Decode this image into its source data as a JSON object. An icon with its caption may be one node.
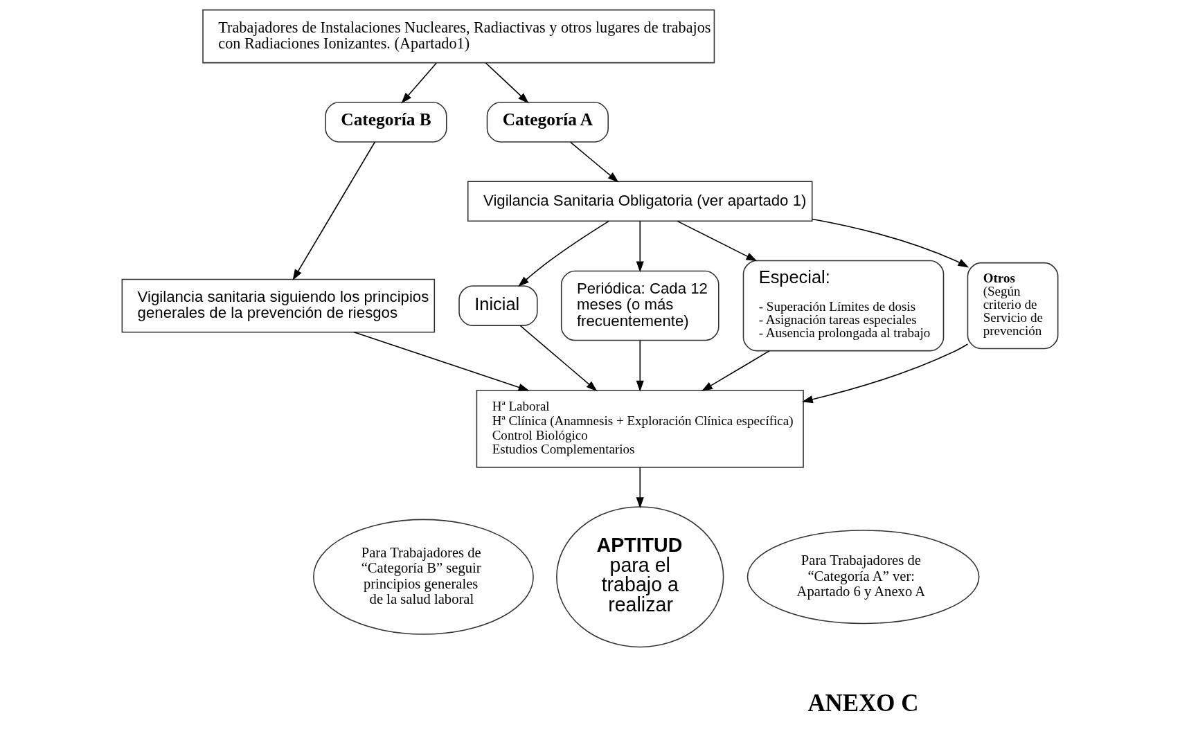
{
  "diagram": {
    "nodes": [
      {
        "text": [
          "Trabajadores de Instalaciones Nucleares, Radiactivas y otros lugares de trabajos con Radiaciones Ionizantes. (Apartado1)"
        ]
      },
      {
        "text": [
          "Categoría B"
        ]
      },
      {
        "text": [
          "Categoría A"
        ]
      },
      {
        "text": [
          "Vigilancia sanitaria siguiendo los principios generales de la prevención de riesgos"
        ]
      },
      {
        "text": [
          "Vigilancia Sanitaria Obligatoria (ver apartado 1)"
        ]
      },
      {
        "text": [
          "Inicial"
        ]
      },
      {
        "text": [
          "Periódica: Cada 12 meses (o más frecuentemente)"
        ]
      },
      {
        "text": [
          "Especial:",
          "- Superación Límites de dosis",
          "- Asignación tareas especiales",
          "- Ausencia prolongada al trabajo"
        ]
      },
      {
        "text": [
          "Otros",
          "(Según criterio de Servicio de prevención"
        ]
      },
      {
        "text": [
          "Hª Laboral",
          "Hª Clínica (Anamnesis + Exploración Clínica específica)",
          "Control Biológico",
          "Estudios Complementarios"
        ]
      },
      {
        "text": [
          "Para Trabajadores de “Categoría B” seguir principios generales de la salud laboral"
        ]
      },
      {
        "text": [
          "**APTITUD** para el trabajo a realizar"
        ]
      },
      {
        "text": [
          "Para Trabajadores de “Categoría A” ver: Apartado 6 y Anexo A"
        ]
      }
    ],
    "edges": [
      {
        "from": 0,
        "to": 1,
        "arrow": "to"
      },
      {
        "from": 0,
        "to": 2,
        "arrow": "to"
      },
      {
        "from": 1,
        "to": 3,
        "arrow": "to"
      },
      {
        "from": 2,
        "to": 4,
        "arrow": "to"
      },
      {
        "from": 4,
        "to": 5,
        "arrow": "to"
      },
      {
        "from": 4,
        "to": 6,
        "arrow": "to"
      },
      {
        "from": 4,
        "to": 7,
        "arrow": "to"
      },
      {
        "from": 4,
        "to": 8,
        "arrow": "to"
      },
      {
        "from": 3,
        "to": 9,
        "arrow": "to"
      },
      {
        "from": 5,
        "to": 9,
        "arrow": "to"
      },
      {
        "from": 6,
        "to": 9,
        "arrow": "to"
      },
      {
        "from": 7,
        "to": 9,
        "arrow": "to"
      },
      {
        "from": 8,
        "to": 9,
        "arrow": "to"
      },
      {
        "from": 9,
        "to": 11,
        "arrow": "to"
      }
    ],
    "labels": [
      "ANEXO C"
    ]
  }
}
